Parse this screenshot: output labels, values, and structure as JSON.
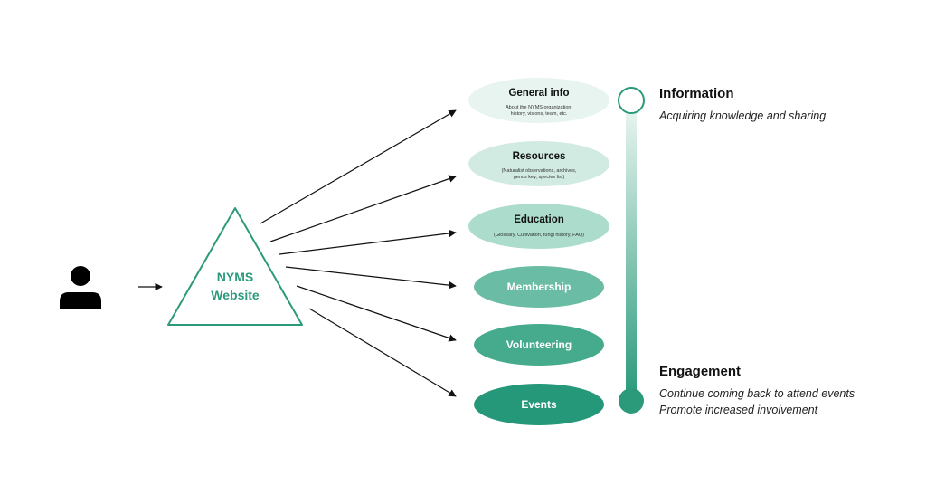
{
  "website": {
    "line1": "NYMS",
    "line2": "Website"
  },
  "nodes": [
    {
      "title": "General info",
      "desc": [
        "About the NYMS organization,",
        "history, visions, team, etc."
      ],
      "fill": "#e8f4f0",
      "title_color": "#111111"
    },
    {
      "title": "Resources",
      "desc": [
        "(Naturalist observations, archives,",
        "genus key, species list)"
      ],
      "fill": "#d2ebe2",
      "title_color": "#111111"
    },
    {
      "title": "Education",
      "desc": [
        "(Glossary, Cultivation, fungi history, FAQ)"
      ],
      "fill": "#acdccc",
      "title_color": "#111111"
    },
    {
      "title": "Membership",
      "desc": [],
      "fill": "#6bbca4",
      "title_color": "#ffffff"
    },
    {
      "title": "Volunteering",
      "desc": [],
      "fill": "#45ab8c",
      "title_color": "#ffffff"
    },
    {
      "title": "Events",
      "desc": [],
      "fill": "#26987a",
      "title_color": "#ffffff"
    }
  ],
  "scale": {
    "top": {
      "title": "Information",
      "desc": "Acquiring knowledge and sharing"
    },
    "bottom": {
      "title": "Engagement",
      "desc_lines": [
        "Continue coming back to attend events",
        "Promote increased involvement"
      ]
    }
  },
  "colors": {
    "accent": "#2a9a7b",
    "bar_top": "#e8f4f0",
    "bar_bottom": "#2a9a7b"
  },
  "icons": {
    "user": "user-icon"
  }
}
